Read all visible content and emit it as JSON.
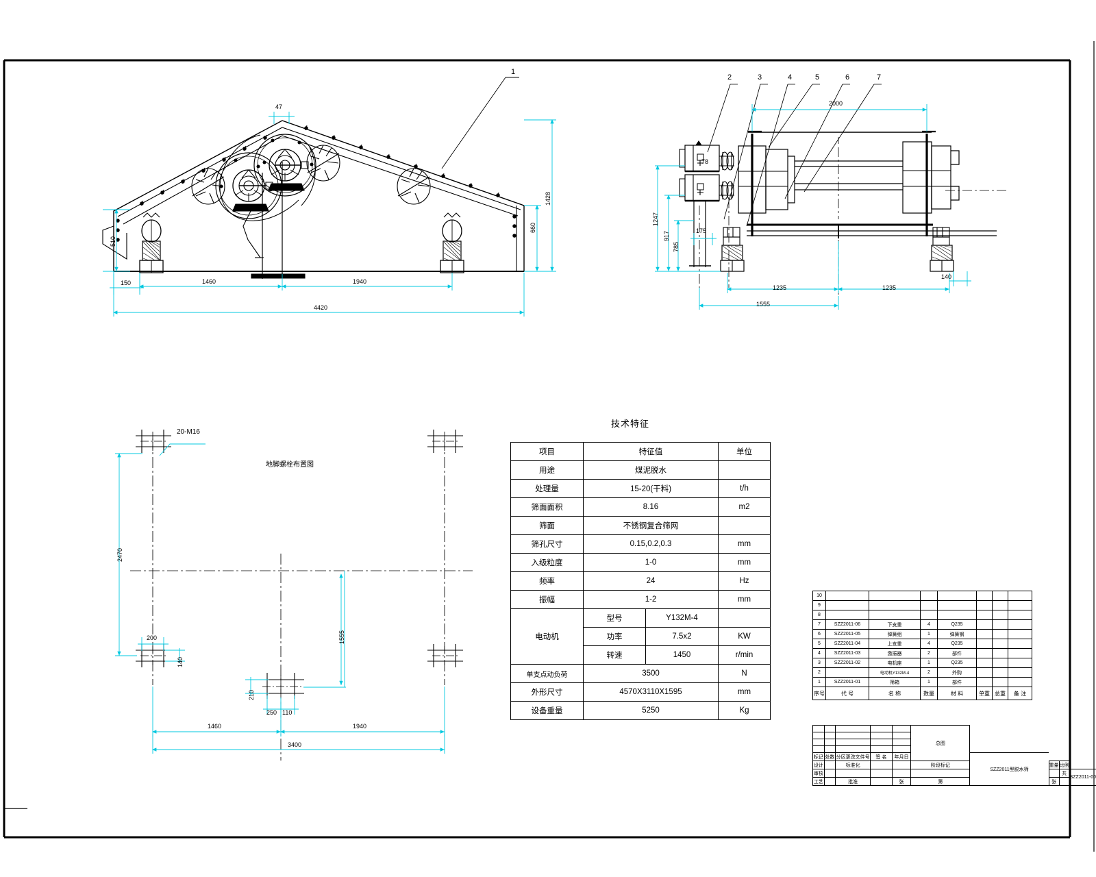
{
  "drawing": {
    "sheet_title": "总图",
    "tech_title": "技术特征"
  },
  "view_front": {
    "balloon_1": "1",
    "dims": {
      "d47": "47",
      "d510": "510",
      "d1428": "1428",
      "d660": "660",
      "d150": "150",
      "d1460": "1460",
      "d1940": "1940",
      "d4420": "4420"
    }
  },
  "view_side": {
    "balloons": [
      "2",
      "3",
      "4",
      "5",
      "6",
      "7"
    ],
    "dims": {
      "d2000": "2000",
      "d1247": "1247",
      "d917": "917",
      "d785": "785",
      "d175": "175",
      "d78": "78",
      "d1235a": "1235",
      "d1235b": "1235",
      "d1555": "1555",
      "d140": "140"
    }
  },
  "view_plan": {
    "title": "地脚螺栓布置图",
    "bolt_note": "20-M16",
    "dims": {
      "d2470": "2470",
      "d1555": "1555",
      "d200": "200",
      "d140": "140",
      "d210": "210",
      "d250": "250",
      "d110": "110",
      "d1460": "1460",
      "d1940": "1940",
      "d3400": "3400"
    }
  },
  "tech_table": {
    "headers": [
      "项目",
      "特征值",
      "单位"
    ],
    "rows": [
      {
        "item": "用途",
        "value": "煤泥脱水",
        "unit": ""
      },
      {
        "item": "处理量",
        "value": "15-20(干料)",
        "unit": "t/h"
      },
      {
        "item": "筛面面积",
        "value": "8.16",
        "unit": "m2"
      },
      {
        "item": "筛面",
        "value": "不锈钢复合筛网",
        "unit": ""
      },
      {
        "item": "筛孔尺寸",
        "value": "0.15,0.2,0.3",
        "unit": "mm"
      },
      {
        "item": "入级粒度",
        "value": "1-0",
        "unit": "mm"
      },
      {
        "item": "频率",
        "value": "24",
        "unit": "Hz"
      },
      {
        "item": "振幅",
        "value": "1-2",
        "unit": "mm"
      }
    ],
    "motor": {
      "label": "电动机",
      "sub_rows": [
        {
          "name": "型号",
          "value": "Y132M-4",
          "unit": ""
        },
        {
          "name": "功率",
          "value": "7.5x2",
          "unit": "KW"
        },
        {
          "name": "转速",
          "value": "1450",
          "unit": "r/min"
        }
      ]
    },
    "tail_rows": [
      {
        "item": "单支点动负荷",
        "value": "3500",
        "unit": "N"
      },
      {
        "item": "外形尺寸",
        "value": "4570X3110X1595",
        "unit": "mm"
      },
      {
        "item": "设备重量",
        "value": "5250",
        "unit": "Kg"
      }
    ]
  },
  "bom": {
    "headers": [
      "序号",
      "代    号",
      "名      称",
      "数量",
      "材        料",
      "单重",
      "总重",
      "备    注"
    ],
    "rows": [
      {
        "no": "10",
        "code": "",
        "name": "",
        "qty": "",
        "mat": "",
        "w1": "",
        "w2": "",
        "rem": ""
      },
      {
        "no": "9",
        "code": "",
        "name": "",
        "qty": "",
        "mat": "",
        "w1": "",
        "w2": "",
        "rem": ""
      },
      {
        "no": "8",
        "code": "",
        "name": "",
        "qty": "",
        "mat": "",
        "w1": "",
        "w2": "",
        "rem": ""
      },
      {
        "no": "7",
        "code": "SZZ2011-06",
        "name": "下支重",
        "qty": "4",
        "mat": "Q235",
        "w1": "",
        "w2": "",
        "rem": ""
      },
      {
        "no": "6",
        "code": "SZZ2011-05",
        "name": "弹簧组",
        "qty": "1",
        "mat": "弹簧钢",
        "w1": "",
        "w2": "",
        "rem": ""
      },
      {
        "no": "5",
        "code": "SZZ2011-04",
        "name": "上支重",
        "qty": "4",
        "mat": "Q235",
        "w1": "",
        "w2": "",
        "rem": ""
      },
      {
        "no": "4",
        "code": "SZZ2011-03",
        "name": "激振器",
        "qty": "2",
        "mat": "部件",
        "w1": "",
        "w2": "",
        "rem": ""
      },
      {
        "no": "3",
        "code": "SZZ2011-02",
        "name": "电机座",
        "qty": "1",
        "mat": "Q235",
        "w1": "",
        "w2": "",
        "rem": ""
      },
      {
        "no": "2",
        "code": "",
        "name": "电动机Y132M-4",
        "qty": "2",
        "mat": "外购",
        "w1": "",
        "w2": "",
        "rem": ""
      },
      {
        "no": "1",
        "code": "SZZ2011-01",
        "name": "筛箱",
        "qty": "1",
        "mat": "部件",
        "w1": "",
        "w2": "",
        "rem": ""
      }
    ]
  },
  "title_block": {
    "drawing_name": "总图",
    "mark_row": [
      "标记",
      "处数",
      "分区更改文件号",
      "签  名",
      "年月日"
    ],
    "left_rows": [
      [
        "设计",
        "",
        "标准化",
        ""
      ],
      [
        "审核",
        "",
        "",
        ""
      ],
      [
        "工艺",
        "",
        "批准",
        ""
      ]
    ],
    "stage_header": [
      "阶段标记",
      "重量",
      "比例"
    ],
    "stage_cells": [
      "",
      "",
      "",
      "",
      ""
    ],
    "sheet_info": [
      "共",
      "张",
      "第",
      "张"
    ],
    "company": "SZZ2011型脱水筛",
    "drawing_no": "SZZ2011-00"
  }
}
